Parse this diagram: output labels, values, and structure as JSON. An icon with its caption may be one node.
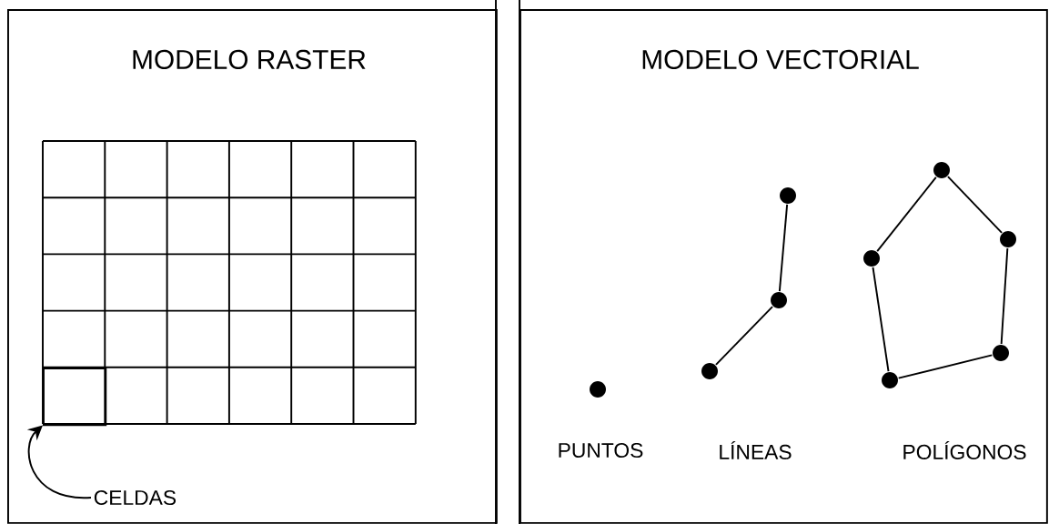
{
  "diagram": {
    "nodes": [
      {
        "text": [
          "MODELO RASTER"
        ]
      },
      {
        "text": [
          "MODELO VECTORIAL"
        ]
      },
      {
        "text": [
          "CELDAS"
        ],
        "in": 0
      },
      {
        "text": [],
        "shape": "box",
        "in": 0
      },
      {
        "text": [],
        "shape": "circle",
        "in": 1
      },
      {
        "text": [],
        "shape": "circle",
        "in": 1
      },
      {
        "text": [],
        "shape": "circle",
        "in": 1
      },
      {
        "text": [],
        "shape": "circle",
        "in": 1
      },
      {
        "text": [],
        "shape": "circle",
        "in": 1
      },
      {
        "text": [],
        "shape": "circle",
        "in": 1
      },
      {
        "text": [],
        "shape": "circle",
        "in": 1
      },
      {
        "text": [],
        "shape": "circle",
        "in": 1
      },
      {
        "text": [],
        "shape": "circle",
        "in": 1
      }
    ],
    "edges": [
      {
        "from": 2,
        "to": 3,
        "arrow": "to"
      },
      {
        "from": 5,
        "to": 6,
        "arrow": "none"
      },
      {
        "from": 6,
        "to": 7,
        "arrow": "none"
      },
      {
        "from": 8,
        "to": 9,
        "arrow": "none"
      },
      {
        "from": 9,
        "to": 10,
        "arrow": "none"
      },
      {
        "from": 10,
        "to": 11,
        "arrow": "none"
      },
      {
        "from": 11,
        "to": 12,
        "arrow": "none"
      },
      {
        "from": 12,
        "to": 8,
        "arrow": "none"
      }
    ],
    "labels": [
      "PUNTOS",
      "LÍNEAS",
      "POLÍGONOS"
    ]
  }
}
